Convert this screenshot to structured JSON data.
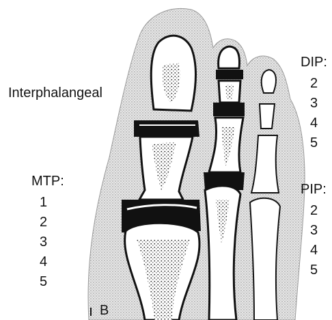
{
  "labels": {
    "interphalangeal": "Interphalangeal",
    "panel": "B"
  },
  "groups": {
    "mtp": {
      "title": "MTP:",
      "items": [
        "1",
        "2",
        "3",
        "4",
        "5"
      ]
    },
    "dip": {
      "title": "DIP:",
      "items": [
        "2",
        "3",
        "4",
        "5"
      ]
    },
    "pip": {
      "title": "PIP:",
      "items": [
        "2",
        "3",
        "4",
        "5"
      ]
    }
  },
  "colors": {
    "background": "#ffffff",
    "soft_tissue": "#d4d4d4",
    "joint": "#111111",
    "outline": "#111111"
  }
}
